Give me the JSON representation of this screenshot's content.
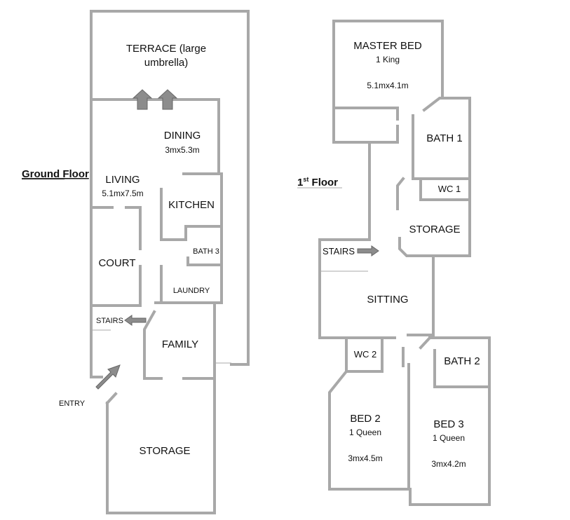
{
  "ground_floor": {
    "title": "Ground Floor",
    "rooms": {
      "terrace": "TERRACE (large umbrella)",
      "dining": "DINING",
      "dining_size": "3mx5.3m",
      "living": "LIVING",
      "living_size": "5.1mx7.5m",
      "kitchen": "KITCHEN",
      "court": "COURT",
      "bath3": "BATH 3",
      "laundry": "LAUNDRY",
      "stairs": "STAIRS",
      "family": "FAMILY",
      "entry": "ENTRY",
      "storage": "STORAGE"
    }
  },
  "first_floor": {
    "title": "1st Floor",
    "title_base": "1",
    "title_sup": "st",
    "title_rest": " Floor",
    "rooms": {
      "master_bed": "MASTER BED",
      "master_bed_beds": "1 King",
      "master_bed_size": "5.1mx4.1m",
      "bath1": "BATH 1",
      "wc1": "WC 1",
      "storage": "STORAGE",
      "stairs": "STAIRS",
      "sitting": "SITTING",
      "wc2": "WC 2",
      "bath2": "BATH 2",
      "bed2": "BED 2",
      "bed2_beds": "1 Queen",
      "bed2_size": "3mx4.5m",
      "bed3": "BED 3",
      "bed3_beds": "1 Queen",
      "bed3_size": "3mx4.2m"
    }
  },
  "colors": {
    "wall": "#a8a8a8",
    "arrow": "#8c8c8c",
    "text": "#111111"
  }
}
